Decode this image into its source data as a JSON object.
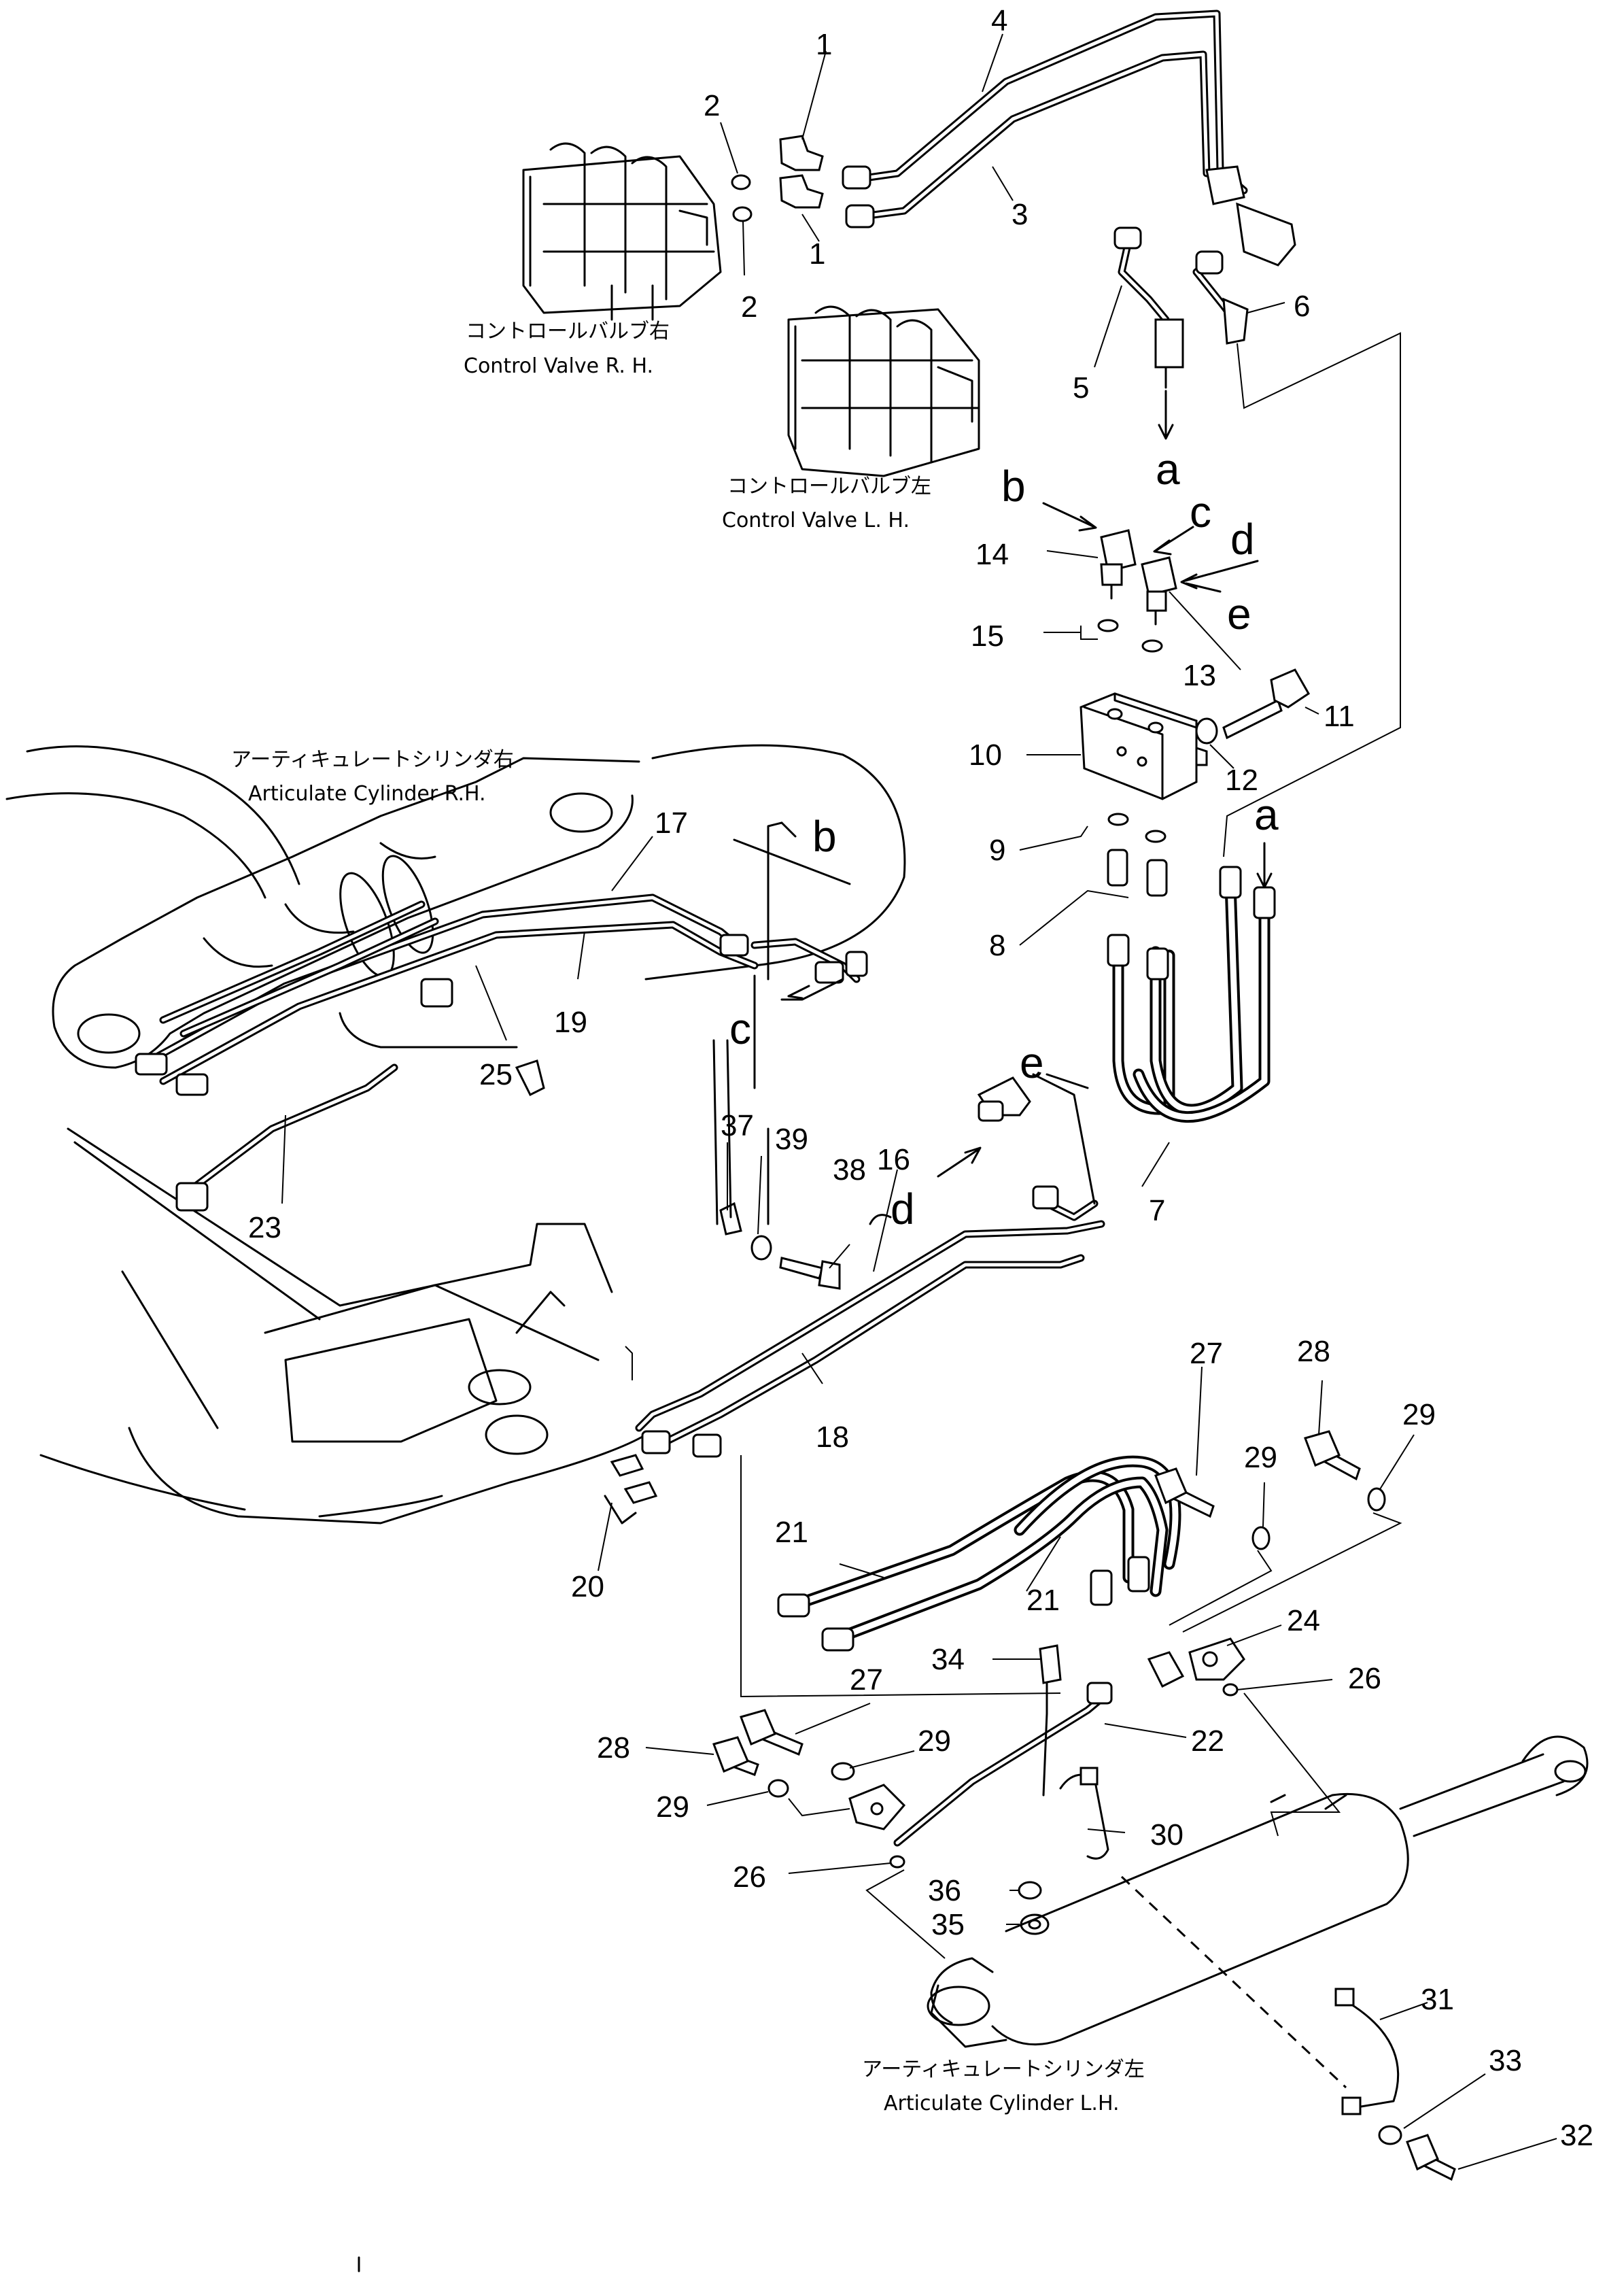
{
  "captions": {
    "cv_rh_jp": "コントロールバルブ右",
    "cv_rh_en": "Control Valve R. H.",
    "cv_lh_jp": "コントロールバルブ左",
    "cv_lh_en": "Control Valve L. H.",
    "ac_rh_jp": "アーティキュレートシリンダ右",
    "ac_rh_en": "Articulate Cylinder R.H.",
    "ac_lh_jp": "アーティキュレートシリンダ左",
    "ac_lh_en": "Articulate Cylinder L.H."
  },
  "part_numbers": {
    "n1a": "1",
    "n1b": "1",
    "n2a": "2",
    "n2b": "2",
    "n3": "3",
    "n4": "4",
    "n5": "5",
    "n6": "6",
    "n7": "7",
    "n8": "8",
    "n9": "9",
    "n10": "10",
    "n11": "11",
    "n12": "12",
    "n13": "13",
    "n14": "14",
    "n15": "15",
    "n16": "16",
    "n17": "17",
    "n18": "18",
    "n19": "19",
    "n20": "20",
    "n21a": "21",
    "n21b": "21",
    "n22": "22",
    "n23": "23",
    "n24": "24",
    "n25": "25",
    "n26a": "26",
    "n26b": "26",
    "n27a": "27",
    "n27b": "27",
    "n28a": "28",
    "n28b": "28",
    "n29a": "29",
    "n29b": "29",
    "n29c": "29",
    "n29d": "29",
    "n30": "30",
    "n31": "31",
    "n32": "32",
    "n33": "33",
    "n34": "34",
    "n35": "35",
    "n36": "36",
    "n37": "37",
    "n38": "38",
    "n39": "39"
  },
  "connection_letters": {
    "a1": "a",
    "a2": "a",
    "b1": "b",
    "b2": "b",
    "c1": "c",
    "c2": "c",
    "d1": "d",
    "d2": "d",
    "e1": "e",
    "e2": "e"
  }
}
